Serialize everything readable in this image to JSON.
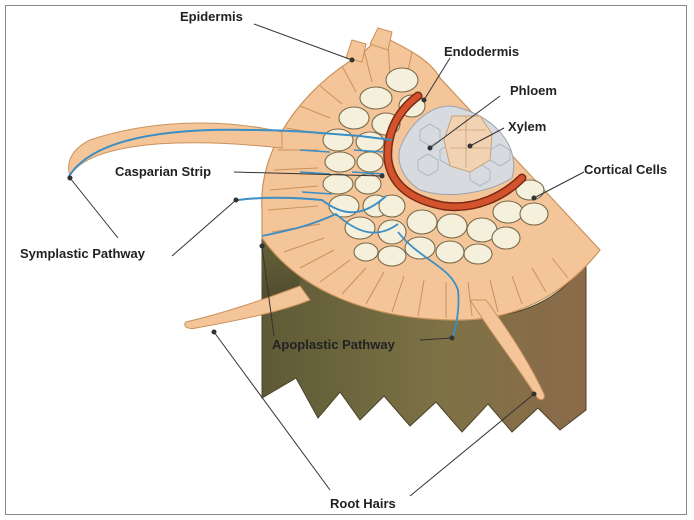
{
  "labels": {
    "epidermis": "Epidermis",
    "endodermis": "Endodermis",
    "phloem": "Phloem",
    "xylem": "Xylem",
    "cortical_cells": "Cortical Cells",
    "casparian_strip": "Casparian Strip",
    "symplastic_pathway": "Symplastic Pathway",
    "apoplastic_pathway": "Apoplastic Pathway",
    "root_hairs": "Root Hairs"
  },
  "colors": {
    "epidermis": "#f4c598",
    "epidermis_stroke": "#c9925c",
    "cortical_cell": "#f5f0dc",
    "cell_stroke": "#7a6a4a",
    "endodermis": "#d3532c",
    "vascular": "#d7dbe0",
    "xylem": "#f1d3b3",
    "pathway": "#3a8fc6",
    "side_dark": "#5c4a30",
    "side_light": "#8b8658"
  }
}
